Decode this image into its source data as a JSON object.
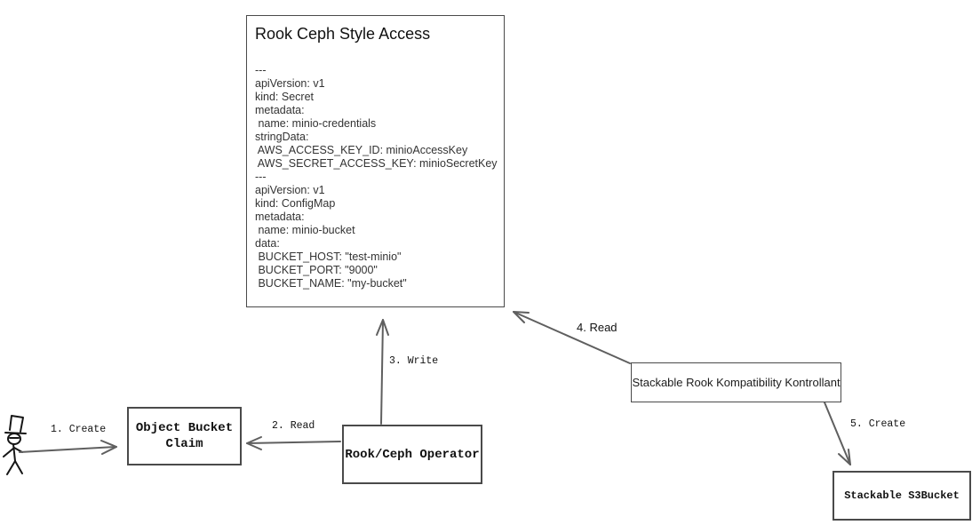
{
  "big_box": {
    "title": "Rook Ceph Style Access",
    "yaml": "---\napiVersion: v1\nkind: Secret\nmetadata:\n name: minio-credentials\nstringData:\n AWS_ACCESS_KEY_ID: minioAccessKey\n AWS_SECRET_ACCESS_KEY: minioSecretKey\n---\napiVersion: v1\nkind: ConfigMap\nmetadata:\n name: minio-bucket\ndata:\n BUCKET_HOST: \"test-minio\"\n BUCKET_PORT: \"9000\"\n BUCKET_NAME: \"my-bucket\""
  },
  "nodes": {
    "object_bucket_claim": "Object Bucket Claim",
    "rook_ceph_operator": "Rook/Ceph Operator",
    "stackable_kontrollant": "Stackable Rook Kompatibility Kontrollant",
    "stackable_s3bucket": "Stackable S3Bucket"
  },
  "edges": {
    "step1": "1. Create",
    "step2": "2. Read",
    "step3": "3. Write",
    "step4": "4. Read",
    "step5": "5. Create"
  },
  "icons": {
    "actor": "stick-figure-user"
  },
  "colors": {
    "line": "#5f5f5f",
    "border": "#4a4a4a",
    "text": "#1c1c1c",
    "yaml": "#333333",
    "bg": "#ffffff"
  }
}
